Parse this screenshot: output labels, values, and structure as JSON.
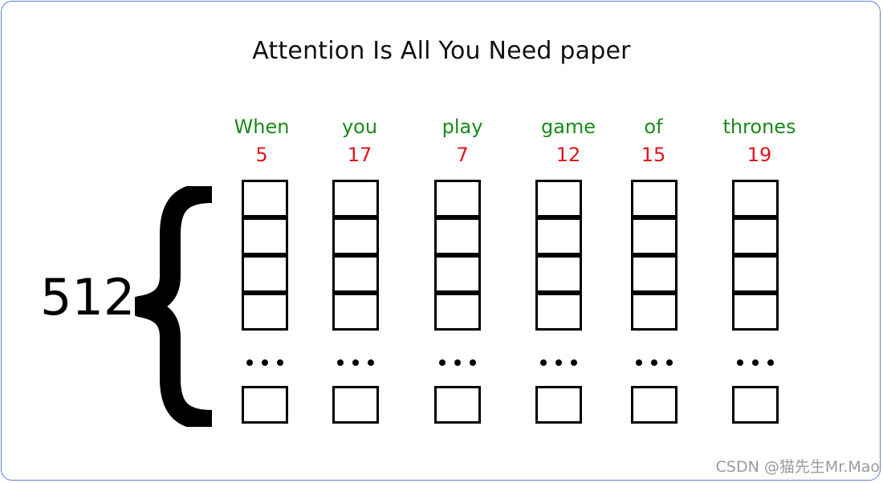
{
  "title": "Attention Is All You Need paper",
  "dimension_label": "512",
  "tokens": [
    {
      "word": "When",
      "id": "5"
    },
    {
      "word": "you",
      "id": "17"
    },
    {
      "word": "play",
      "id": "7"
    },
    {
      "word": "game",
      "id": "12"
    },
    {
      "word": "of",
      "id": "15"
    },
    {
      "word": "thrones",
      "id": "19"
    }
  ],
  "ellipsis_glyph": "brace-icon",
  "colors": {
    "frame": "#5a7fd0",
    "word": "#1a8a1a",
    "token_id": "#e0141a",
    "cell_border": "#000000"
  },
  "watermark": "CSDN @猫先生Mr.Mao"
}
